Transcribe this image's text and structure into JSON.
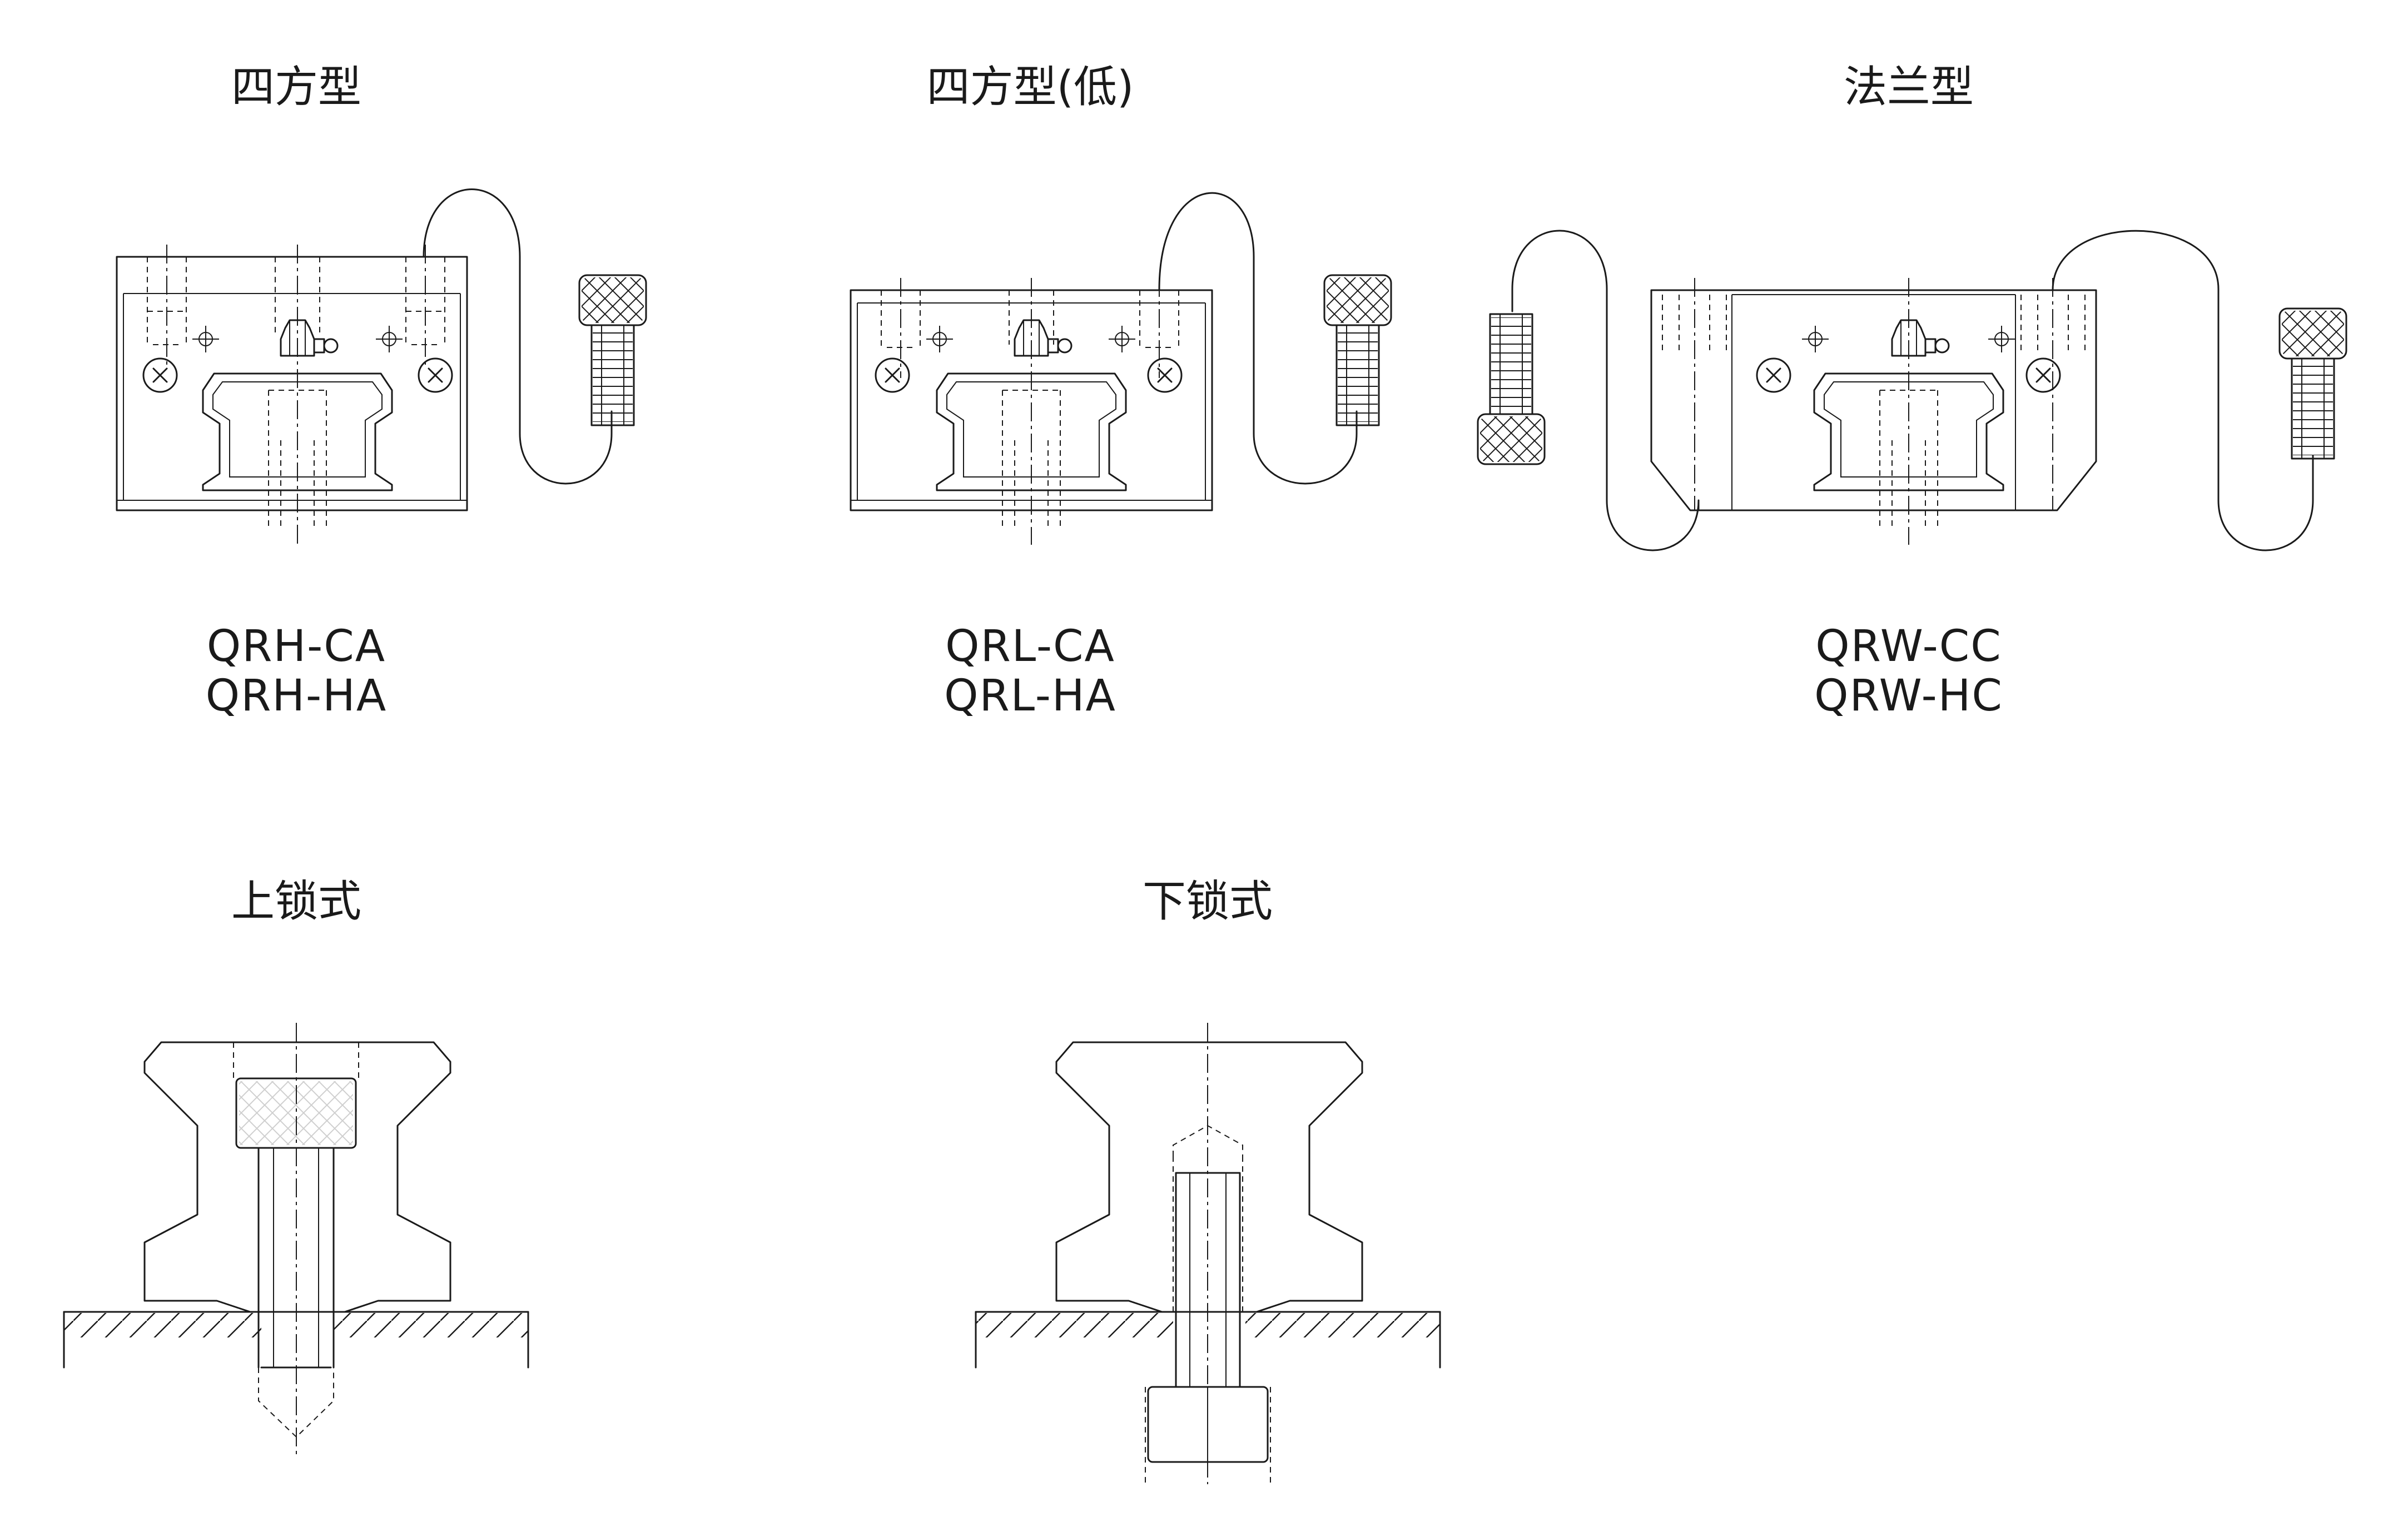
{
  "diagram": {
    "top_row": [
      {
        "title": "四方型",
        "models": [
          "QRH-CA",
          "QRH-HA"
        ]
      },
      {
        "title": "四方型(低)",
        "models": [
          "QRL-CA",
          "QRL-HA"
        ]
      },
      {
        "title": "法兰型",
        "models": [
          "QRW-CC",
          "QRW-HC"
        ]
      }
    ],
    "bottom_row": [
      {
        "title": "上锁式"
      },
      {
        "title": "下锁式"
      }
    ]
  },
  "icons": {
    "bolt": "socket-head-cap-screw-icon",
    "grease_nipple": "grease-nipple-icon",
    "seal_screw": "cross-screw-icon"
  },
  "colors": {
    "line": "#1a1a1a",
    "background": "#ffffff"
  }
}
